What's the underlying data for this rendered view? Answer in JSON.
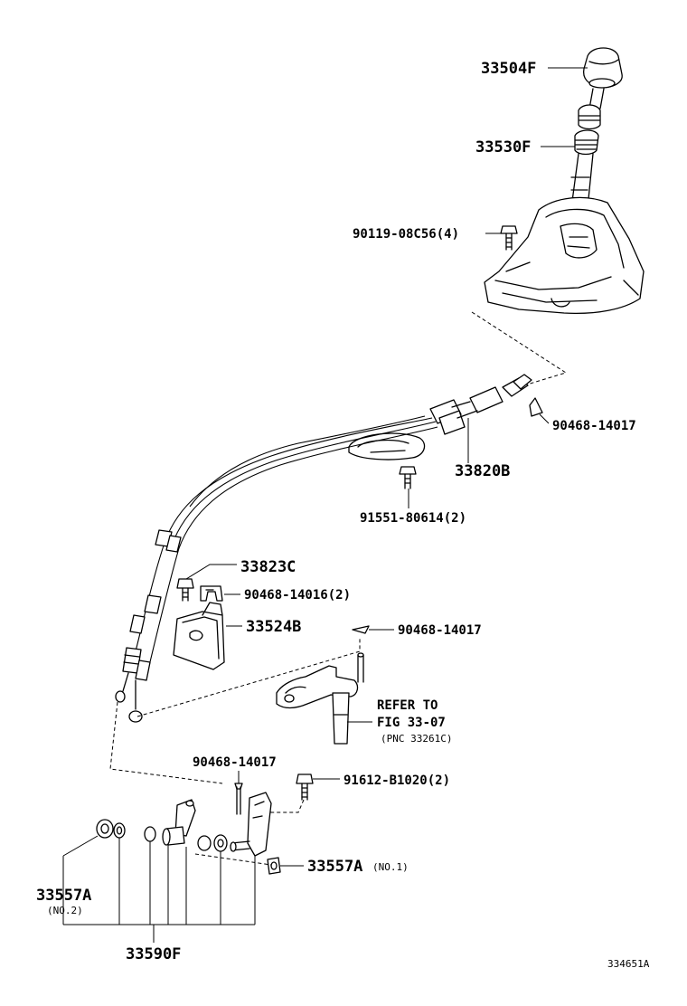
{
  "labels": {
    "knob": "33504F",
    "boot": "33530F",
    "shift_bolt": "90119-08C56(4)",
    "clip_top": "90468-14017",
    "cable_assy": "33820B",
    "cable_bolt": "91551-80614(2)",
    "bracket_bolt": "33823C",
    "clip_pair": "90468-14016(2)",
    "bracket": "33524B",
    "clip_mid": "90468-14017",
    "refer_line1": "REFER TO",
    "refer_line2": "FIG 33-07",
    "refer_line3": "(PNC 33261C)",
    "clip_low": "90468-14017",
    "lever_bolt": "91612-B1020(2)",
    "bushing_no1": "33557A",
    "bushing_no1_note": "(NO.1)",
    "bushing_no2": "33557A",
    "bushing_no2_note": "(NO.2)",
    "kit": "33590F",
    "figure_id": "334651A"
  }
}
